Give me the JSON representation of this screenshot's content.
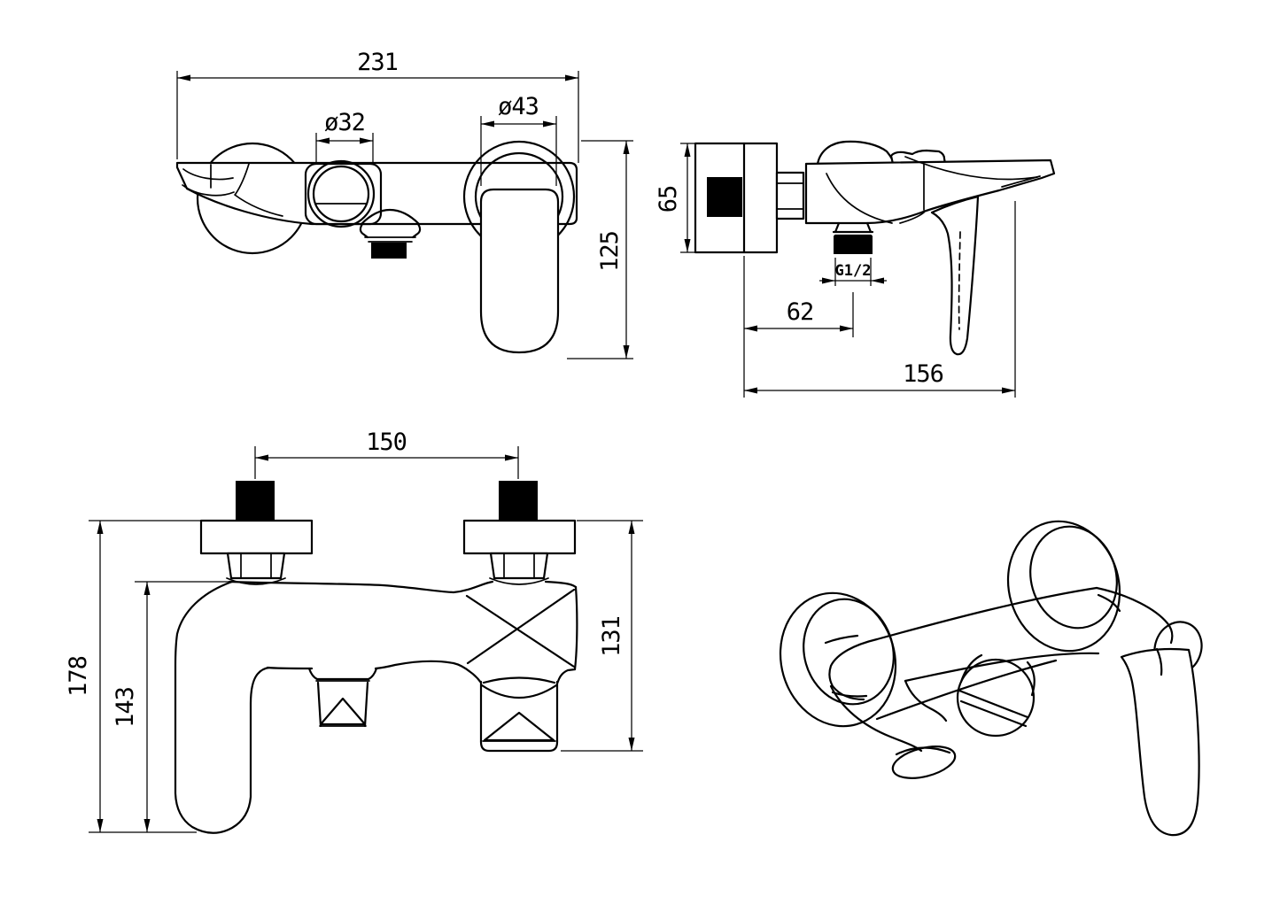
{
  "colors": {
    "line": "#000000",
    "background": "#ffffff"
  },
  "views": {
    "front": {
      "dims": {
        "overall_width": "231",
        "spout_diameter": "ø32",
        "cap_diameter": "ø43",
        "body_height": "125"
      }
    },
    "side": {
      "dims": {
        "wall_plate_height": "65",
        "outlet_thread": "G1/2",
        "outlet_offset": "62",
        "spout_reach": "156"
      }
    },
    "bottom": {
      "dims": {
        "inlet_centres": "150",
        "overall_projection": "178",
        "body_projection": "143",
        "outlet_projection": "131"
      }
    }
  }
}
